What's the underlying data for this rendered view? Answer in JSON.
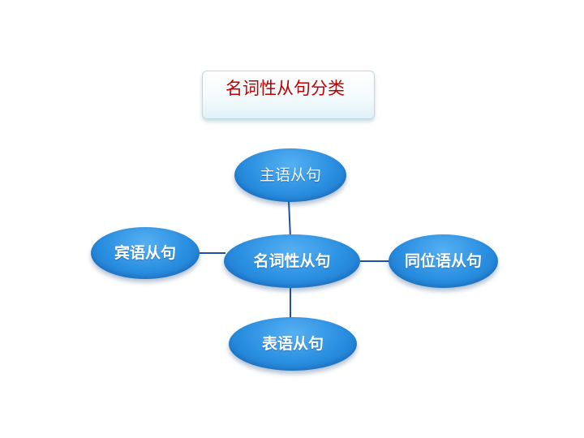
{
  "title": "名词性从句分类",
  "nodes": {
    "center": "名词性从句",
    "top": "主语从句",
    "left": "宾语从句",
    "right": "同位语从句",
    "bottom": "表语从句"
  },
  "colors": {
    "title_text": "#c00000",
    "node_fill": "#2a8fe0",
    "connector": "#1f4fa8",
    "node_text": "#ffffff"
  }
}
